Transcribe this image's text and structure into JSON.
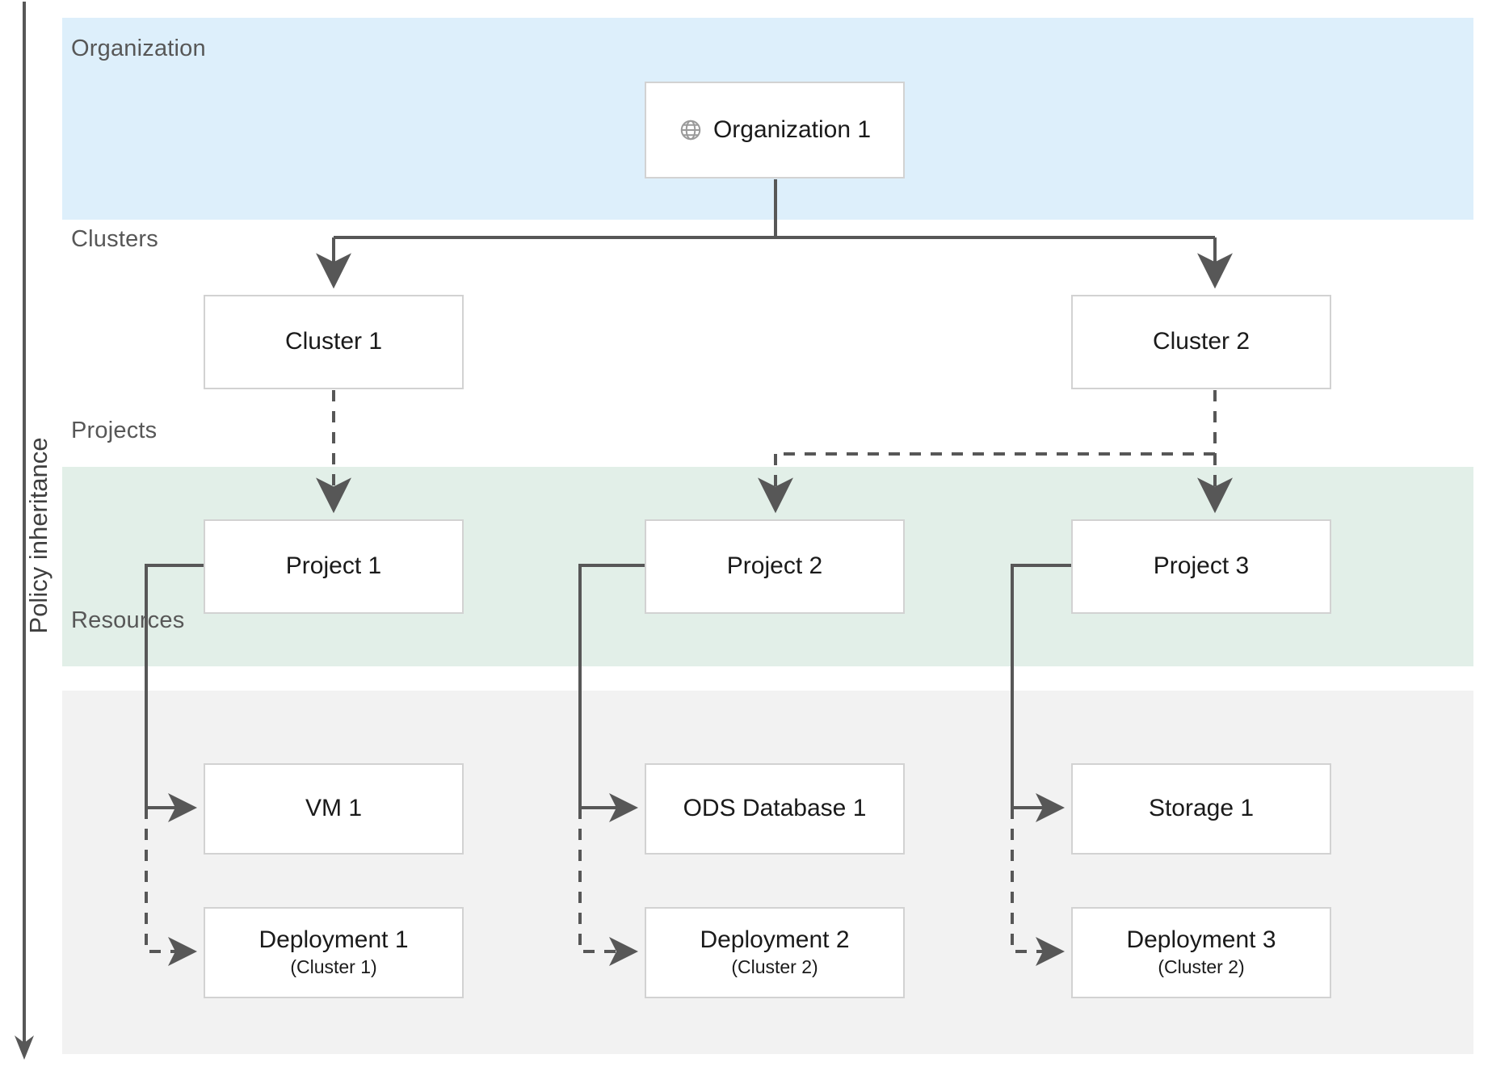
{
  "diagram": {
    "axis_label": "Policy inheritance",
    "bands": [
      {
        "id": "organization",
        "label": "Organization",
        "color": "#ddeffb"
      },
      {
        "id": "clusters",
        "label": "Clusters",
        "color": "#ffffff"
      },
      {
        "id": "projects",
        "label": "Projects",
        "color": "#e2efe8"
      },
      {
        "id": "resources",
        "label": "Resources",
        "color": "#f2f2f2"
      }
    ],
    "nodes": {
      "organization_1": {
        "title": "Organization 1",
        "icon": "globe-icon"
      },
      "cluster_1": {
        "title": "Cluster 1"
      },
      "cluster_2": {
        "title": "Cluster 2"
      },
      "project_1": {
        "title": "Project 1"
      },
      "project_2": {
        "title": "Project 2"
      },
      "project_3": {
        "title": "Project 3"
      },
      "vm_1": {
        "title": "VM 1"
      },
      "ods_database_1": {
        "title": "ODS Database 1"
      },
      "storage_1": {
        "title": "Storage 1"
      },
      "deployment_1": {
        "title": "Deployment 1",
        "subtitle": "(Cluster 1)"
      },
      "deployment_2": {
        "title": "Deployment 2",
        "subtitle": "(Cluster 2)"
      },
      "deployment_3": {
        "title": "Deployment 3",
        "subtitle": "(Cluster 2)"
      }
    },
    "edges": [
      {
        "from": "organization_1",
        "to": "cluster_1",
        "style": "solid"
      },
      {
        "from": "organization_1",
        "to": "cluster_2",
        "style": "solid"
      },
      {
        "from": "cluster_1",
        "to": "project_1",
        "style": "dashed"
      },
      {
        "from": "cluster_2",
        "to": "project_2",
        "style": "dashed"
      },
      {
        "from": "cluster_2",
        "to": "project_3",
        "style": "dashed"
      },
      {
        "from": "project_1",
        "to": "vm_1",
        "style": "solid"
      },
      {
        "from": "project_1",
        "to": "deployment_1",
        "style": "dashed"
      },
      {
        "from": "project_2",
        "to": "ods_database_1",
        "style": "solid"
      },
      {
        "from": "project_2",
        "to": "deployment_2",
        "style": "dashed"
      },
      {
        "from": "project_3",
        "to": "storage_1",
        "style": "solid"
      },
      {
        "from": "project_3",
        "to": "deployment_3",
        "style": "dashed"
      }
    ],
    "colors": {
      "organization_band": "#ddeffb",
      "projects_band": "#e2efe8",
      "resources_band": "#f2f2f2",
      "node_border": "#d2d2d2",
      "edge": "#575757",
      "band_label_text": "#575757",
      "node_text": "#1a1a1a"
    }
  }
}
